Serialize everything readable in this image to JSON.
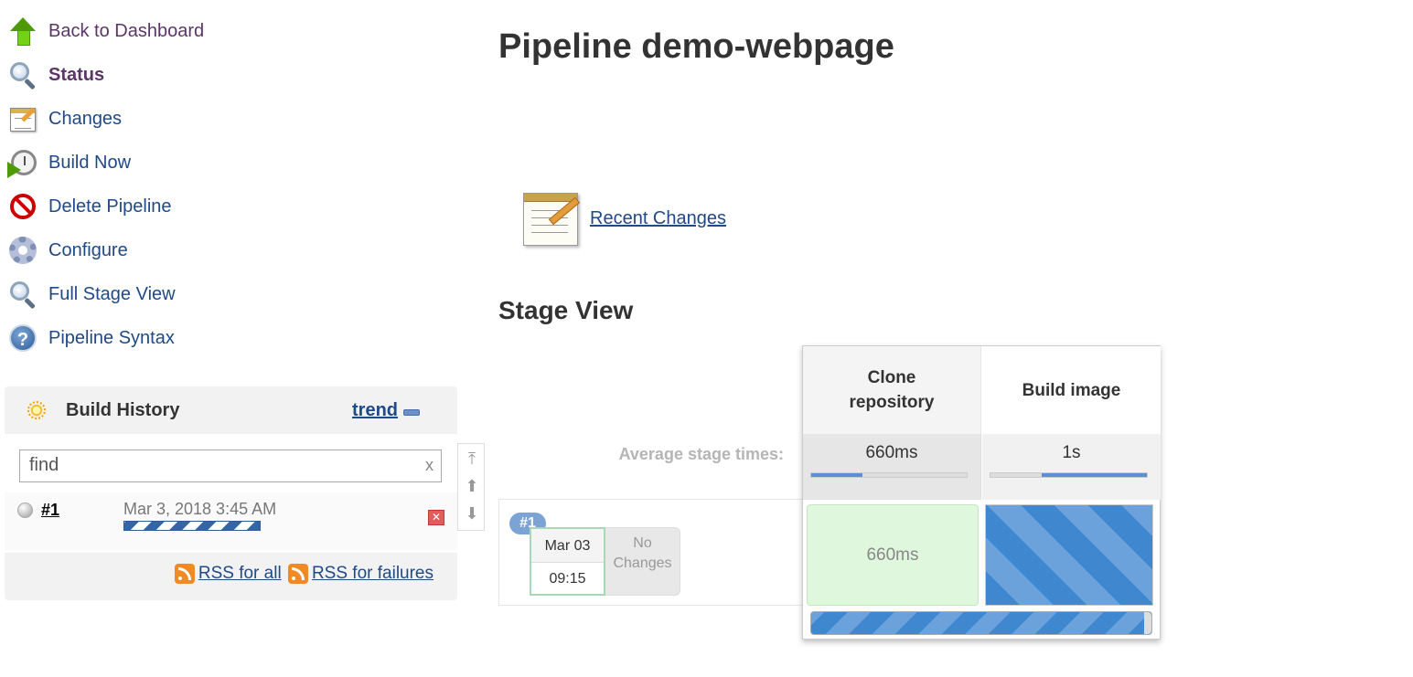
{
  "sidebar": {
    "items": [
      {
        "label": "Back to Dashboard",
        "icon": "arrow-up-icon"
      },
      {
        "label": "Status",
        "icon": "magnifier-icon"
      },
      {
        "label": "Changes",
        "icon": "notepad-icon"
      },
      {
        "label": "Build Now",
        "icon": "clock-play-icon"
      },
      {
        "label": "Delete Pipeline",
        "icon": "no-entry-icon"
      },
      {
        "label": "Configure",
        "icon": "gear-icon"
      },
      {
        "label": "Full Stage View",
        "icon": "magnifier-icon"
      },
      {
        "label": "Pipeline Syntax",
        "icon": "help-icon"
      }
    ]
  },
  "build_history": {
    "title": "Build History",
    "trend_label": "trend",
    "search_placeholder": "find",
    "search_clear": "x",
    "builds": [
      {
        "number": "#1",
        "date": "Mar 3, 2018 3:45 AM",
        "progress": 1.0
      }
    ],
    "rss_all": "RSS for all",
    "rss_failures": "RSS for failures"
  },
  "main": {
    "title": "Pipeline demo-webpage",
    "recent_changes": "Recent Changes",
    "stage_view_title": "Stage View"
  },
  "stage_view": {
    "avg_label": "Average stage times:",
    "stages": [
      {
        "name_line1": "Clone",
        "name_line2": "repository",
        "avg_time": "660ms",
        "avg_fraction": 0.33
      },
      {
        "name": "Build image",
        "avg_time": "1s",
        "avg_fraction": 0.67
      }
    ],
    "run": {
      "badge": "#1",
      "date": "Mar 03",
      "time": "09:15",
      "changes_line1": "No",
      "changes_line2": "Changes",
      "cells": [
        {
          "text": "660ms",
          "status": "success"
        },
        {
          "text": "",
          "status": "in-progress"
        }
      ]
    }
  },
  "colors": {
    "link": "#204a87",
    "visited": "#5c3566",
    "success_bg": "#dff7dc",
    "progress_blue": "#3f87cf"
  }
}
